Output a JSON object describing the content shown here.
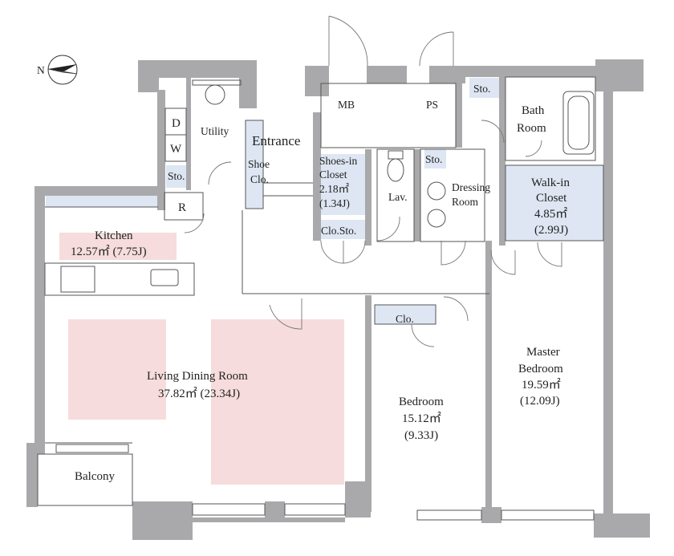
{
  "compass": {
    "north_label": "N",
    "icon": "compass-icon"
  },
  "rooms": {
    "mb": "MB",
    "ps": "PS",
    "sto_top": "Sto.",
    "bath": [
      "Bath",
      "Room"
    ],
    "utility": "Utility",
    "d": "D",
    "w": "W",
    "sto_utility": "Sto.",
    "r": "R",
    "entrance": "Entrance",
    "shoe_clo": [
      "Shoe",
      "Clo."
    ],
    "shoes_in_closet": [
      "Shoes-in",
      "Closet",
      "2.18㎡",
      "(1.34J)"
    ],
    "clo_sto": "Clo.Sto.",
    "lav": "Lav.",
    "sto_dressing": "Sto.",
    "dressing": [
      "Dressing",
      "Room"
    ],
    "walk_in": [
      "Walk-in",
      "Closet",
      "4.85㎡",
      "(2.99J)"
    ],
    "kitchen": [
      "Kitchen",
      "12.57㎡ (7.75J)"
    ],
    "ldr": [
      "Living Dining Room",
      "37.82㎡ (23.34J)"
    ],
    "clo_bed": "Clo.",
    "bedroom": [
      "Bedroom",
      "15.12㎡",
      "(9.33J)"
    ],
    "master": [
      "Master",
      "Bedroom",
      "19.59㎡",
      "(12.09J)"
    ],
    "balcony": "Balcony"
  },
  "colors": {
    "highlight_pink": "#f6dcdc",
    "highlight_blue": "#dde6f2",
    "wall_gray": "#a9a9ab"
  }
}
